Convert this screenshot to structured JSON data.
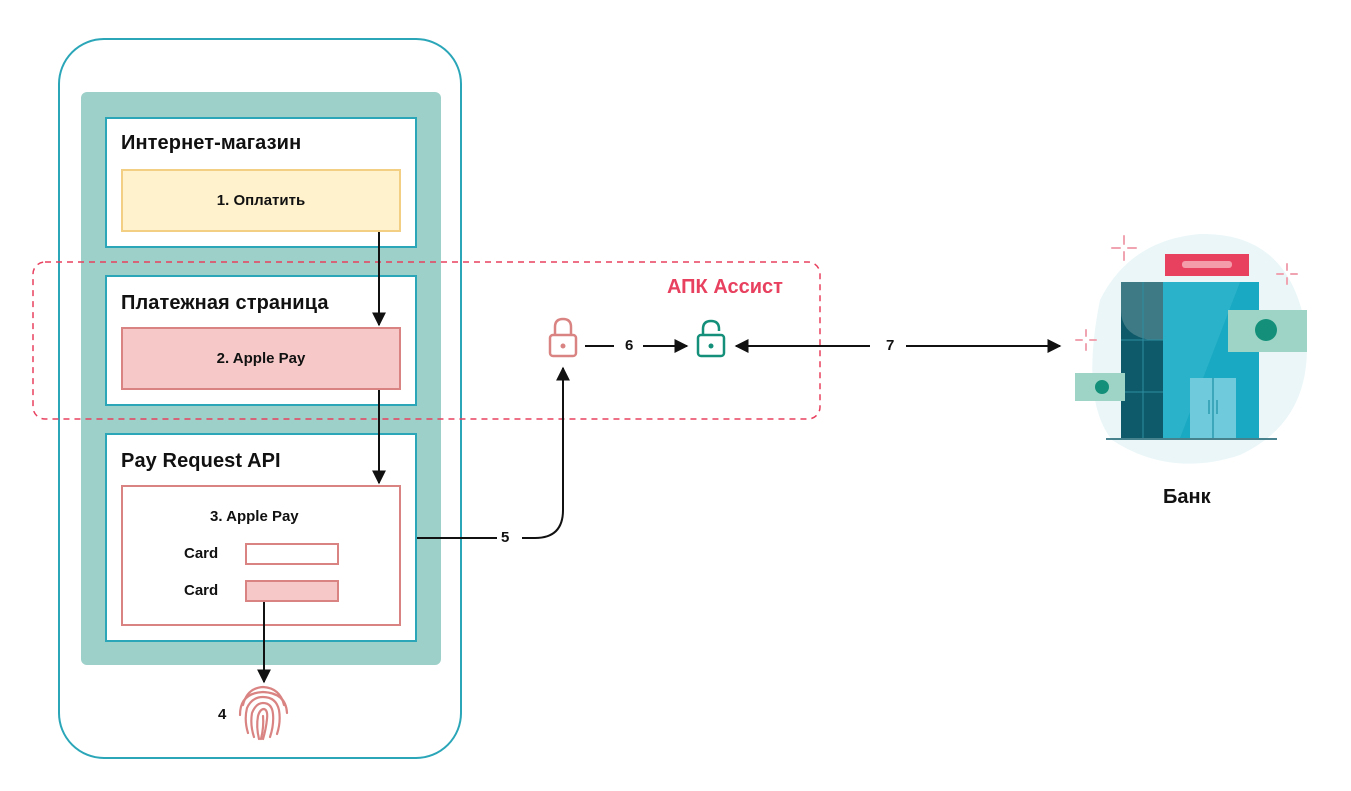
{
  "assist": {
    "label": "АПК Ассист"
  },
  "bank": {
    "label": "Банк"
  },
  "panels": {
    "shop": {
      "title": "Интернет-магазин",
      "button": "1. Оплатить"
    },
    "payment": {
      "title": "Платежная страница",
      "button": "2. Apple Pay"
    },
    "api": {
      "title": "Pay Request API",
      "form_title": "3. Apple Pay",
      "field1_label": "Card",
      "field2_label": "Card"
    }
  },
  "steps": {
    "s4": "4",
    "s5": "5",
    "s6": "6",
    "s7": "7"
  },
  "colors": {
    "teal_border": "#2aa6b8",
    "screen_bg": "#9dd0c9",
    "accent_red": "#e8405f",
    "pink": "#f6c9c8",
    "pink_border": "#d98482",
    "yellow": "#fff2cc",
    "lock_green": "#14907a"
  },
  "icons": [
    "fingerprint-icon",
    "lock-closed-icon",
    "lock-open-icon",
    "bank-building-icon"
  ]
}
